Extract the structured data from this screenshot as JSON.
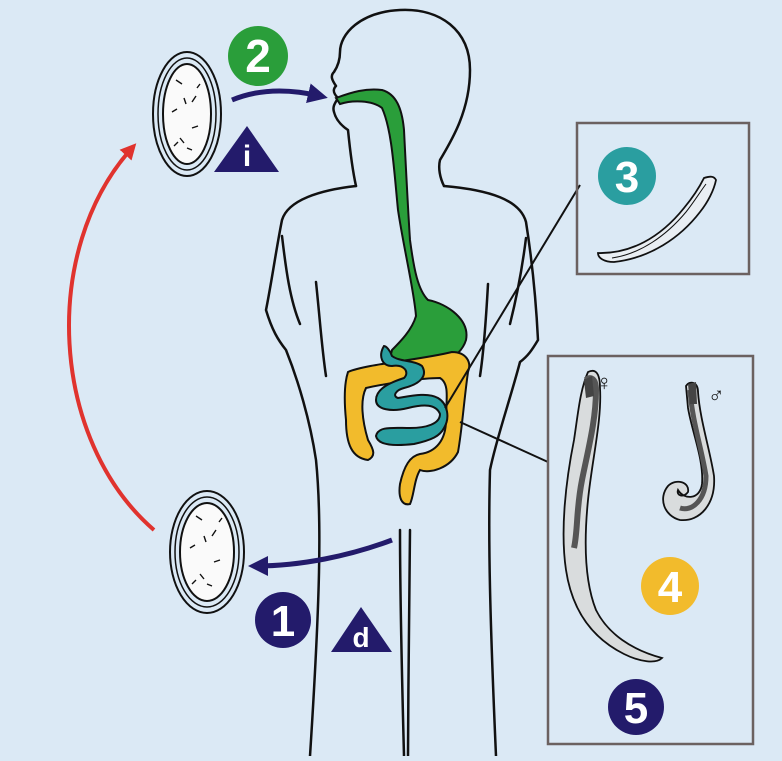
{
  "colors": {
    "background": "#dbe9f5",
    "navy": "#231b6b",
    "green": "#2a9e3a",
    "teal": "#2a9ea0",
    "yellow": "#f2bb2c",
    "red": "#e0332e",
    "box_border": "#6b6160",
    "outline": "#111111"
  },
  "steps": [
    {
      "id": "1",
      "label": "1",
      "color": "#231b6b"
    },
    {
      "id": "2",
      "label": "2",
      "color": "#2a9e3a"
    },
    {
      "id": "3",
      "label": "3",
      "color": "#2a9ea0"
    },
    {
      "id": "4",
      "label": "4",
      "color": "#f2bb2c"
    },
    {
      "id": "5",
      "label": "5",
      "color": "#231b6b"
    }
  ],
  "stages": {
    "infective": "i",
    "diagnostic": "d"
  },
  "symbols": {
    "female": "♀",
    "male": "♂"
  },
  "icons": {
    "infective_stage": "triangle-icon",
    "diagnostic_stage": "triangle-icon",
    "egg": "egg-icon",
    "larva": "larva-icon",
    "adult_worm": "worm-icon"
  }
}
